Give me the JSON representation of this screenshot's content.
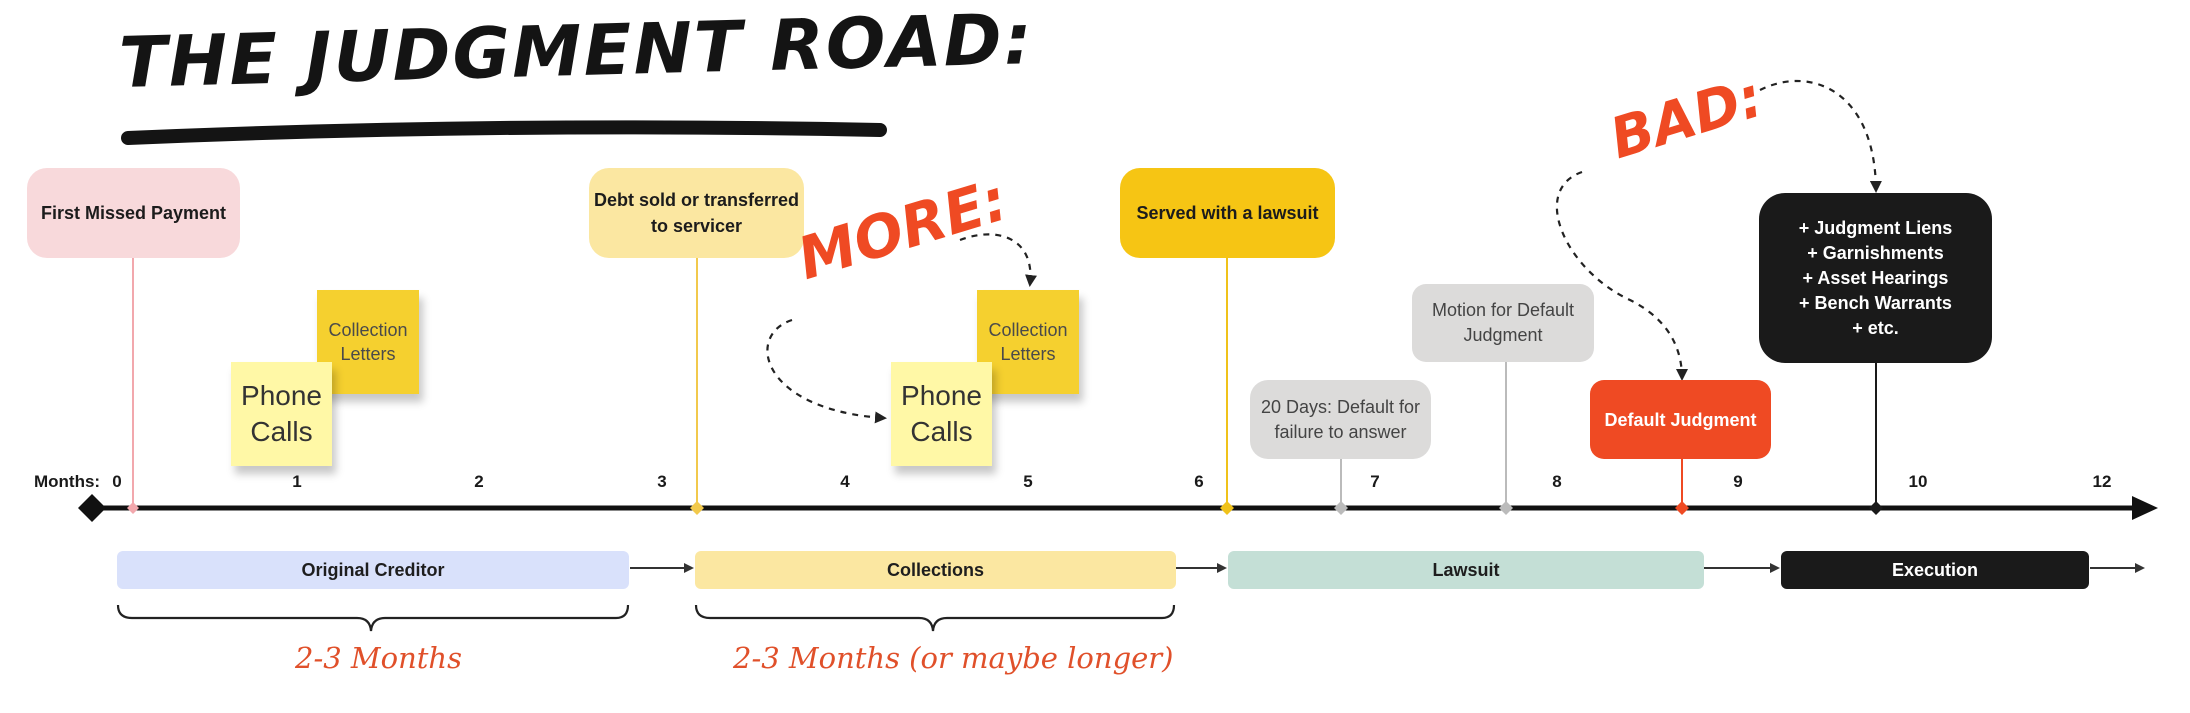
{
  "title": "THE JUDGMENT ROAD:",
  "timeline": {
    "prefix": "Months:",
    "ticks": [
      "0",
      "1",
      "2",
      "3",
      "4",
      "5",
      "6",
      "7",
      "8",
      "9",
      "10",
      "12"
    ]
  },
  "events": {
    "first_missed": "First Missed Payment",
    "debt_sold": "Debt sold or transferred to servicer",
    "served": "Served with a lawsuit",
    "twenty_days": "20 Days: Default for failure to answer",
    "motion": "Motion for Default Judgment",
    "default_judgment": "Default Judgment",
    "consequences": [
      "+ Judgment Liens",
      "+ Garnishments",
      "+ Asset Hearings",
      "+ Bench Warrants",
      "+ etc."
    ]
  },
  "stickies": {
    "phone_calls": "Phone Calls",
    "collection_letters": "Collection Letters"
  },
  "phases": {
    "creditor": "Original Creditor",
    "collections": "Collections",
    "lawsuit": "Lawsuit",
    "execution": "Execution"
  },
  "durations": {
    "first": "2-3 Months",
    "second": "2-3 Months (or maybe longer)"
  },
  "annotations": {
    "more": "MORE:",
    "bad": "BAD:"
  },
  "colors": {
    "pink": "#f8d9db",
    "light_yellow": "#fbe7a1",
    "gold": "#f6c514",
    "grey": "#dcdbda",
    "red": "#ef4a23",
    "black": "#1a1a1a",
    "lavender": "#d9e1fb",
    "mint": "#c4dfd6",
    "handwriting": "#e0502a"
  }
}
